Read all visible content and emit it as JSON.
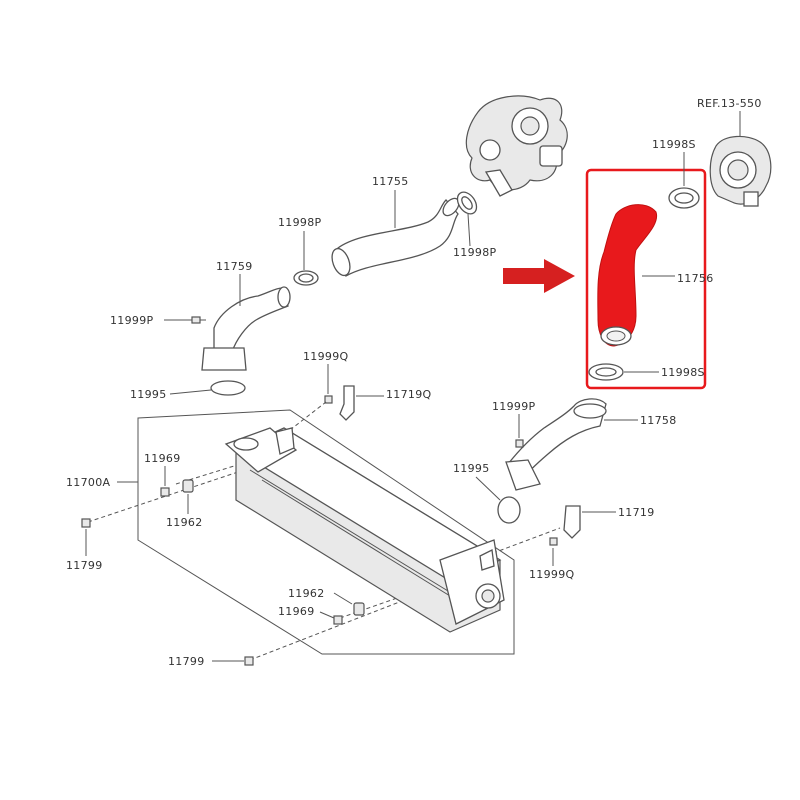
{
  "labels": {
    "ref": "REF.13-550",
    "p11998S": "11998S",
    "p11755": "11755",
    "p11998P_a": "11998P",
    "p11998P_b": "11998P",
    "p11759": "11759",
    "p11756": "11756",
    "p11999P_a": "11999P",
    "p11999Q_a": "11999Q",
    "p11998S_b": "11998S",
    "p11995_a": "11995",
    "p11719Q": "11719Q",
    "p11999P_b": "11999P",
    "p11758": "11758",
    "p11969_a": "11969",
    "p11700A": "11700A",
    "p11962_a": "11962",
    "p11995_b": "11995",
    "p11719": "11719",
    "p11799_a": "11799",
    "p11999Q_b": "11999Q",
    "p11962_b": "11962",
    "p11969_b": "11969",
    "p11799_b": "11799"
  },
  "colors": {
    "highlight": "#e8191c",
    "arrow": "#d62020",
    "line": "#555555",
    "text": "#333333"
  }
}
